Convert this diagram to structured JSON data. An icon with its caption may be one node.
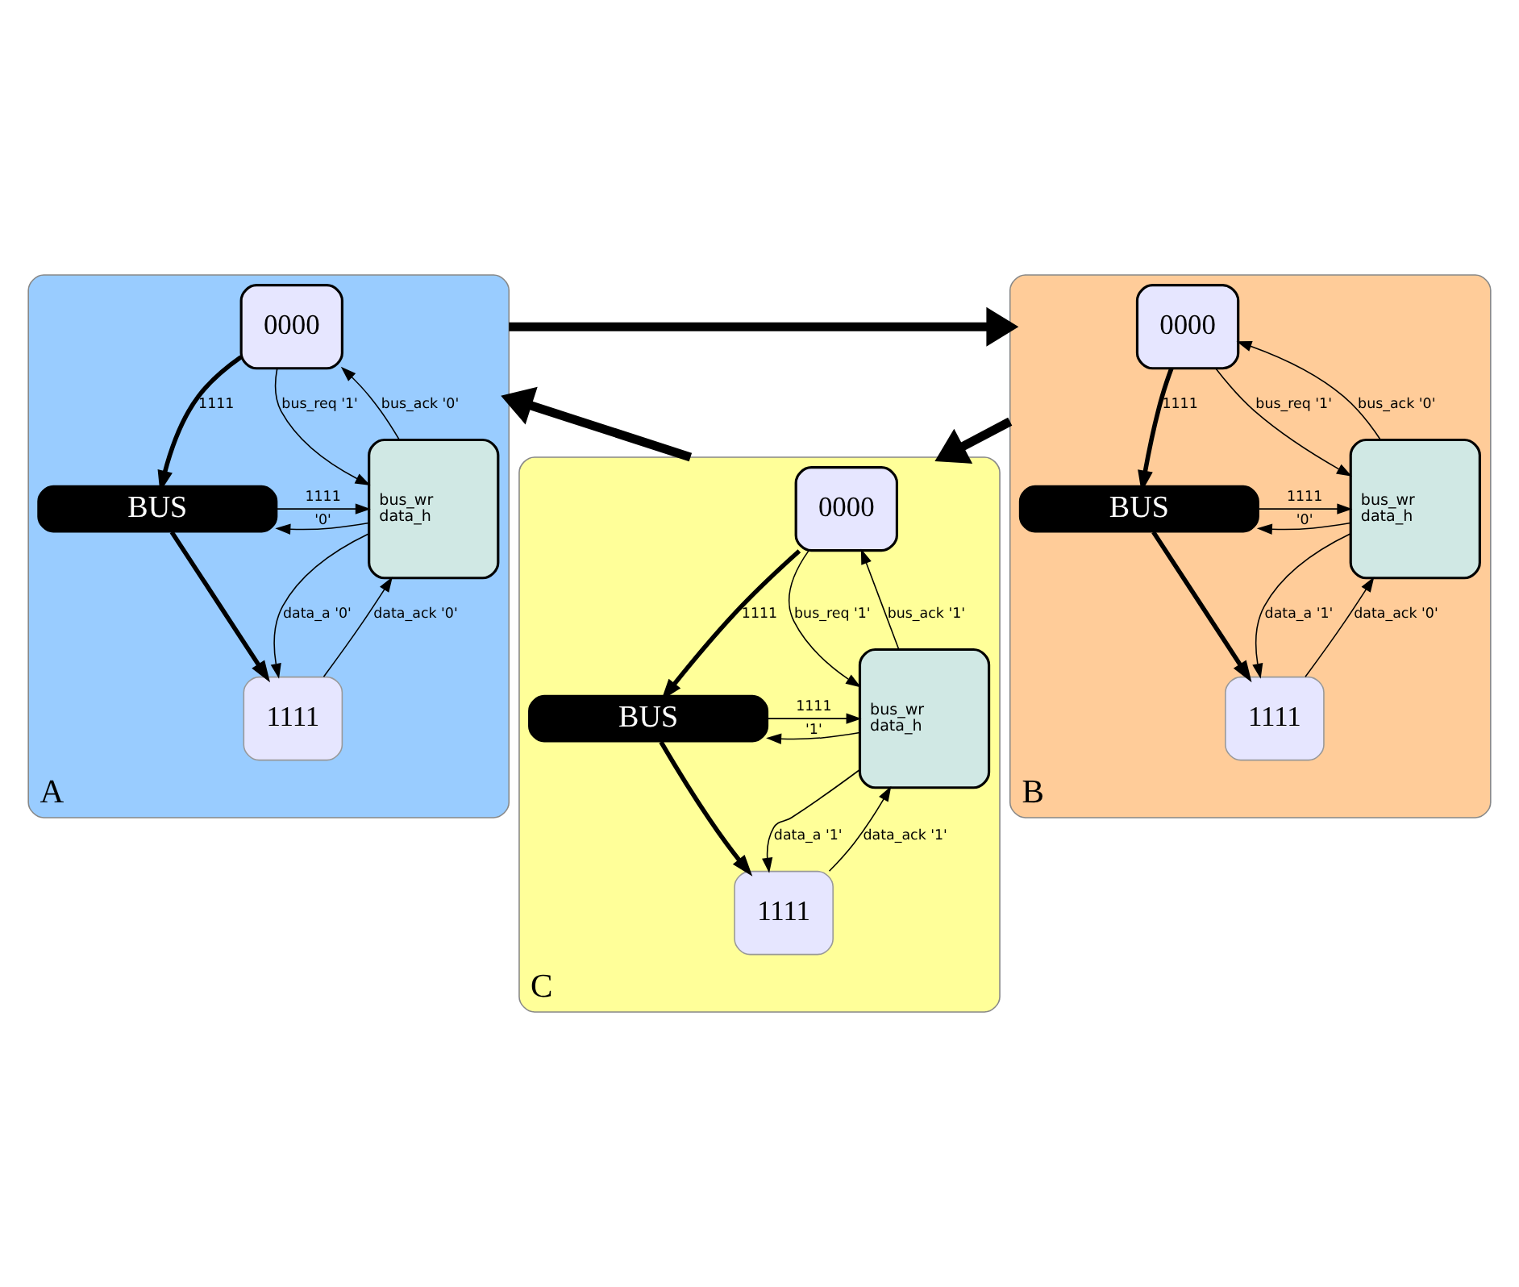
{
  "diagram": {
    "nodes": [
      {
        "text": [
          "A"
        ]
      },
      {
        "text": [
          "0000"
        ],
        "in": 0
      },
      {
        "text": [
          "BUS"
        ],
        "in": 0
      },
      {
        "text": [
          "1111"
        ],
        "in": 0
      },
      {
        "text": [
          "bus_wr",
          "data_h"
        ],
        "in": 0
      },
      {
        "text": [
          "B"
        ]
      },
      {
        "text": [
          "0000"
        ],
        "in": 5
      },
      {
        "text": [
          "BUS"
        ],
        "in": 5
      },
      {
        "text": [
          "1111"
        ],
        "in": 5
      },
      {
        "text": [
          "bus_wr",
          "data_h"
        ],
        "in": 5
      },
      {
        "text": [
          "C"
        ]
      },
      {
        "text": [
          "0000"
        ],
        "in": 10
      },
      {
        "text": [
          "BUS"
        ],
        "in": 10
      },
      {
        "text": [
          "1111"
        ],
        "in": 10
      },
      {
        "text": [
          "bus_wr",
          "data_h"
        ],
        "in": 10
      }
    ],
    "edges": [
      {
        "from": 4,
        "to": 1,
        "arrow": "to",
        "label": "bus_ack '0'"
      },
      {
        "from": 1,
        "to": 4,
        "arrow": "to",
        "label": "bus_req '1'"
      },
      {
        "from": 1,
        "to": 2,
        "arrow": "to",
        "label": "1111",
        "style": "thick"
      },
      {
        "from": 4,
        "to": 2,
        "arrow": "to",
        "label": "'0'"
      },
      {
        "from": 2,
        "to": 4,
        "arrow": "to",
        "label": "1111"
      },
      {
        "from": 2,
        "to": 3,
        "arrow": "to",
        "style": "thick"
      },
      {
        "from": 3,
        "to": 4,
        "arrow": "to",
        "label": "data_ack '0'"
      },
      {
        "from": 4,
        "to": 3,
        "arrow": "to",
        "label": "data_a '0'"
      },
      {
        "from": 9,
        "to": 6,
        "arrow": "to",
        "label": "bus_ack '0'"
      },
      {
        "from": 6,
        "to": 9,
        "arrow": "to",
        "label": "bus_req '1'"
      },
      {
        "from": 6,
        "to": 7,
        "arrow": "to",
        "label": "1111",
        "style": "thick"
      },
      {
        "from": 9,
        "to": 7,
        "arrow": "to",
        "label": "'0'"
      },
      {
        "from": 7,
        "to": 9,
        "arrow": "to",
        "label": "1111"
      },
      {
        "from": 7,
        "to": 8,
        "arrow": "to",
        "style": "thick"
      },
      {
        "from": 8,
        "to": 9,
        "arrow": "to",
        "label": "data_ack '0'"
      },
      {
        "from": 9,
        "to": 8,
        "arrow": "to",
        "label": "data_a '1'"
      },
      {
        "from": 14,
        "to": 11,
        "arrow": "to",
        "label": "bus_ack '1'"
      },
      {
        "from": 11,
        "to": 14,
        "arrow": "to",
        "label": "bus_req '1'"
      },
      {
        "from": 11,
        "to": 12,
        "arrow": "to",
        "label": "1111",
        "style": "thick"
      },
      {
        "from": 14,
        "to": 12,
        "arrow": "to",
        "label": "'1'"
      },
      {
        "from": 12,
        "to": 14,
        "arrow": "to",
        "label": "1111"
      },
      {
        "from": 12,
        "to": 13,
        "arrow": "to",
        "style": "thick"
      },
      {
        "from": 13,
        "to": 14,
        "arrow": "to",
        "label": "data_ack '1'"
      },
      {
        "from": 14,
        "to": 13,
        "arrow": "to",
        "label": "data_a '1'"
      },
      {
        "from": 0,
        "to": 5,
        "arrow": "to",
        "style": "thick"
      },
      {
        "from": 5,
        "to": 10,
        "arrow": "to",
        "style": "thick"
      },
      {
        "from": 10,
        "to": 0,
        "arrow": "to",
        "style": "thick"
      }
    ]
  }
}
